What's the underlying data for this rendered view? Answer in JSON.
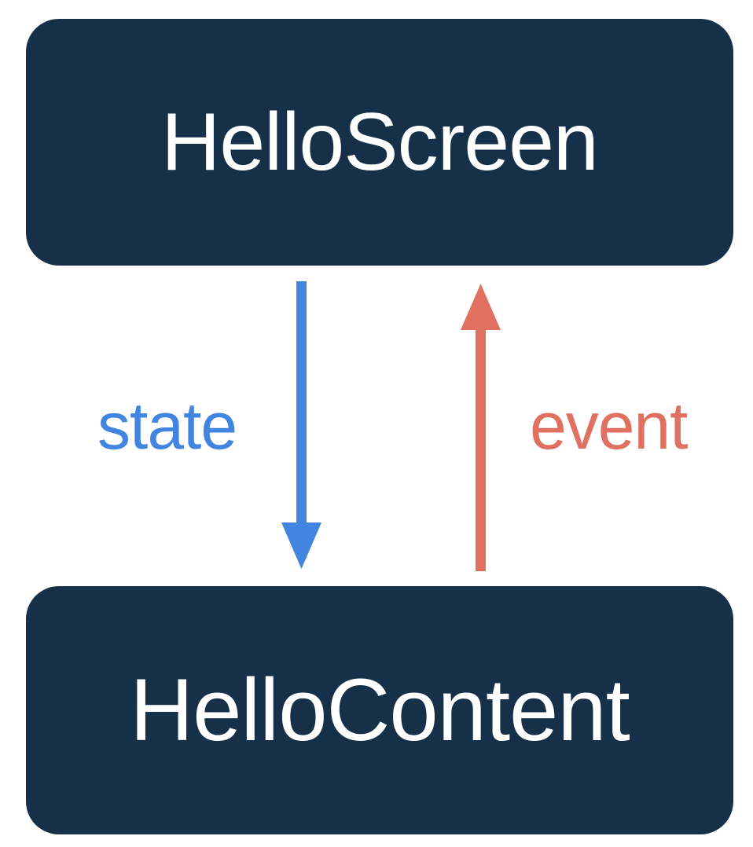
{
  "diagram": {
    "type": "flow-diagram",
    "background_color": "#ffffff",
    "nodes": [
      {
        "id": "hello-screen",
        "label": "HelloScreen",
        "fill_color": "#16304a",
        "text_color": "#ffffff",
        "shape": "rounded-rectangle"
      },
      {
        "id": "hello-content",
        "label": "HelloContent",
        "fill_color": "#16304a",
        "text_color": "#ffffff",
        "shape": "rounded-rectangle"
      }
    ],
    "edges": [
      {
        "id": "state-edge",
        "label": "state",
        "color": "#4285e0",
        "from": "hello-screen",
        "to": "hello-content",
        "direction": "down"
      },
      {
        "id": "event-edge",
        "label": "event",
        "color": "#e07060",
        "from": "hello-content",
        "to": "hello-screen",
        "direction": "up"
      }
    ]
  }
}
